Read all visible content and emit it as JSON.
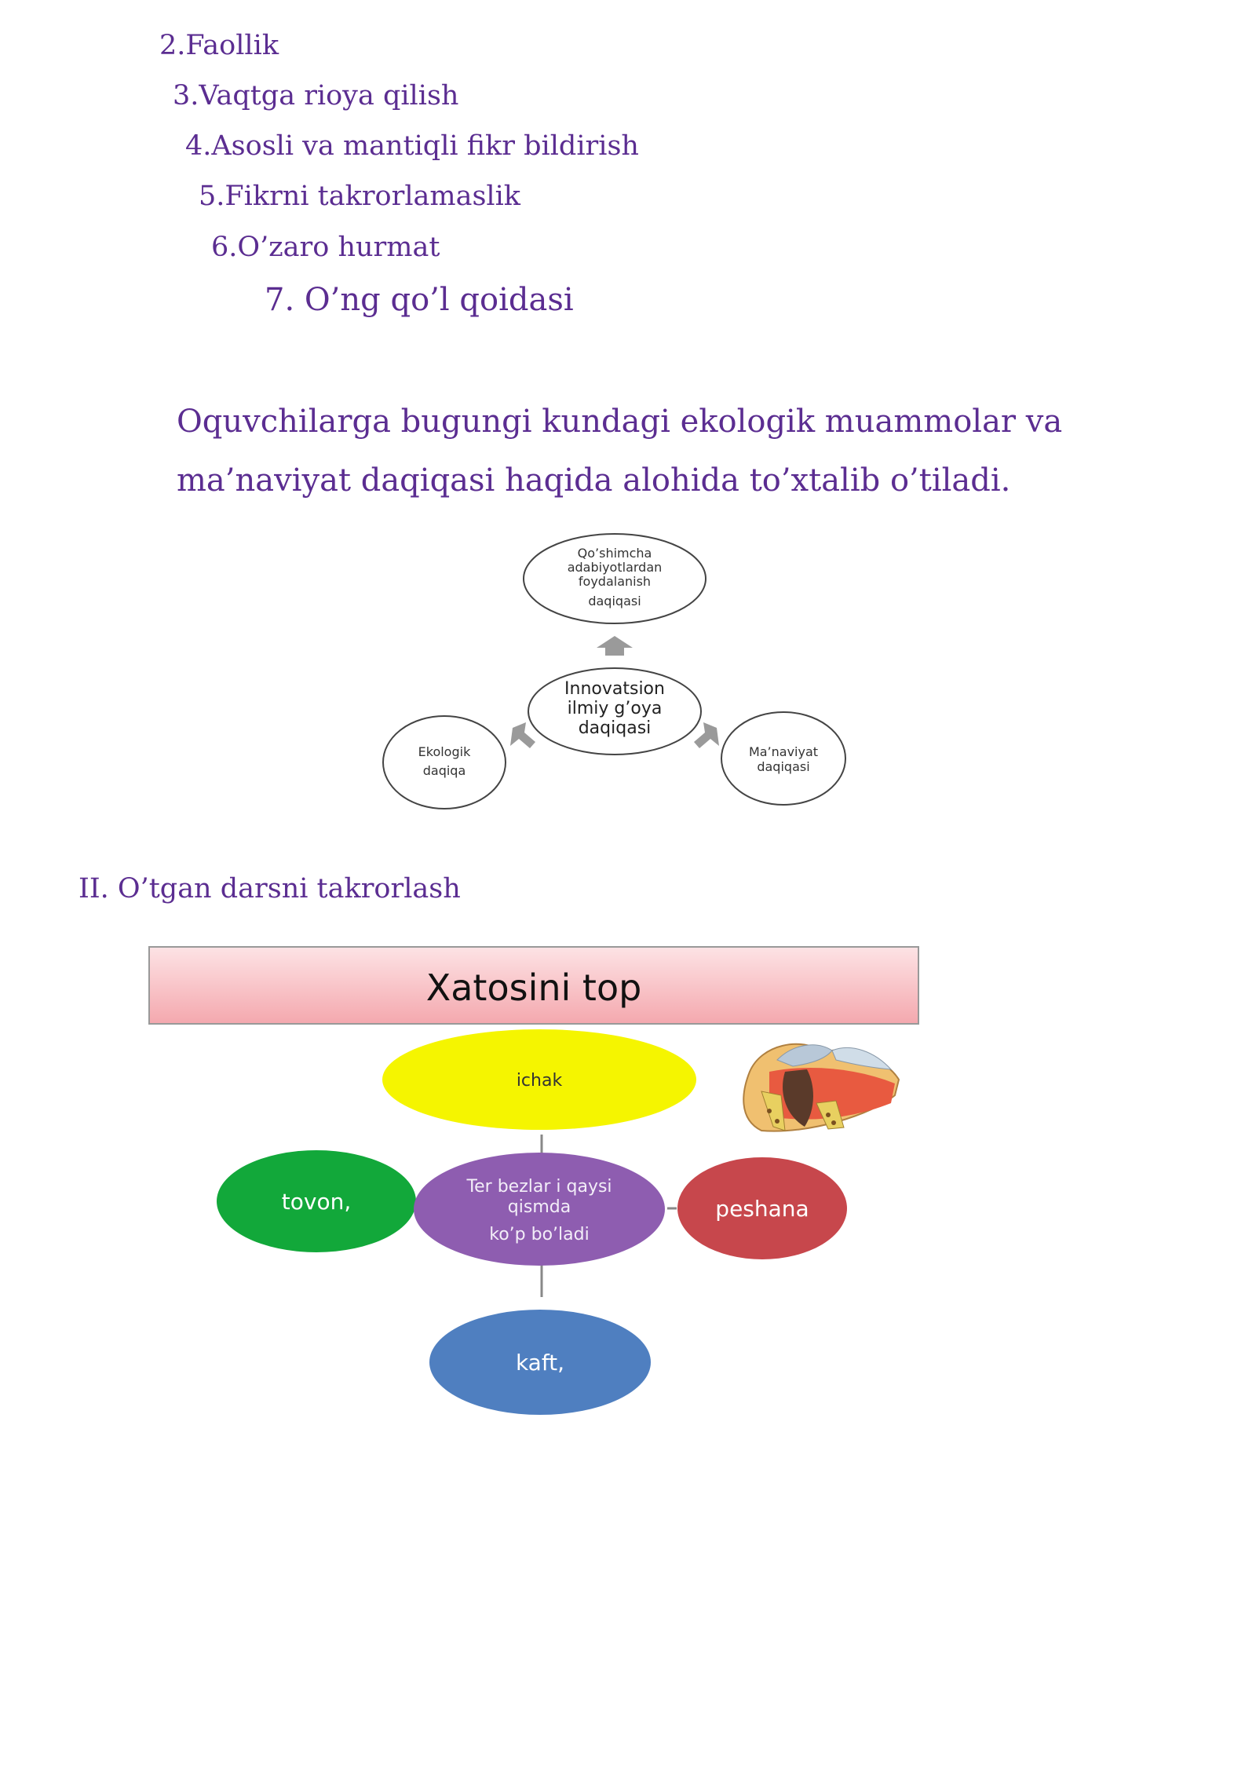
{
  "rules": [
    "2.Faollik",
    "3.Vaqtga rioya qilish",
    "4.Asosli va mantiqli fikr  bildirish",
    "5.Fikrni takrorlamaslik",
    "6.O’zaro hurmat",
    "7. O’ng qo’l qoidasi"
  ],
  "paragraph": "Oquvchilarga bugungi kundagi  ekologik muammolar va ma’naviyat daqiqasi haqida alohida to’xtalib o’tiladi.",
  "cycle_diagram": {
    "center": [
      "Innovatsion",
      "ilmiy g’oya",
      "daqiqasi"
    ],
    "top": [
      "Qo’shimcha",
      "adabiyotlardan",
      "foydalanish",
      "daqiqasi"
    ],
    "left": [
      "Ekologik",
      "daqiqa"
    ],
    "right": [
      "Ma’naviyat",
      "daqiqasi"
    ]
  },
  "section_heading": "II. O’tgan darsni takrorlash",
  "quiz": {
    "title": "Xatosini top",
    "center": [
      "Ter bezlar i qaysi",
      "qismda",
      "ko’p bo’ladi"
    ],
    "top": "ichak",
    "left": "tovon,",
    "right": "peshana",
    "bottom": "kaft,",
    "colors": {
      "title_band": "#f6b8bd",
      "top": "#f5f500",
      "left": "#12a83a",
      "center": "#8e5db0",
      "right": "#c7474c",
      "bottom": "#4f7fc0"
    }
  }
}
